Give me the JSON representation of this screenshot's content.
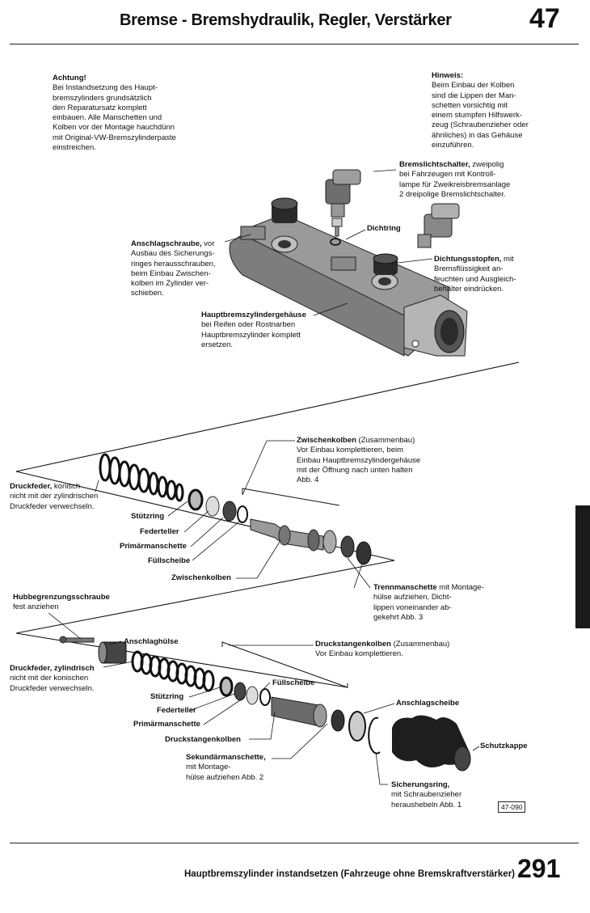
{
  "header": {
    "title": "Bremse - Bremshydraulik, Regler, Verstärker",
    "page_number": "47"
  },
  "notes": {
    "achtung_title": "Achtung!",
    "achtung_body": "Bei Instandsetzung des Haupt-\nbremszylinders grundsätzlich\nden Reparatursatz komplett\neinbauen. Alle Manschetten und\nKolben vor der Montage hauchdünn\nmit Original-VW-Bremszylinderpaste\neinstreichen.",
    "hinweis_title": "Hinweis:",
    "hinweis_body": "Beim Einbau der Kolben\nsind die Lippen der Man-\nschetten vorsichtig mit\neinem stumpfen Hilfswerk-\nzeug (Schraubenzieher oder\nähnliches) in das Gehäuse\neinzuführen."
  },
  "callouts": {
    "bremslichtschalter_title": "Bremslichtschalter,",
    "bremslichtschalter_body": " zweipolig\nbei Fahrzeugen mit Kontroll-\nlampe für Zweikreisbremsanlage\n2 dreipolige Bremslichtschalter.",
    "dichtring": "Dichtring",
    "anschlagschraube_title": "Anschlagschraube,",
    "anschlagschraube_body": " vor\nAusbau des Sicherungs-\nringes herausschrauben,\nbeim Einbau Zwischen-\nkolben im Zylinder ver-\nschieben.",
    "dichtungsstopfen_title": "Dichtungsstopfen,",
    "dichtungsstopfen_body": " mit\nBremsflüssigkeit an-\nfeuchten und Ausgleich-\nbehälter eindrücken.",
    "gehaeuse_title": "Hauptbremszylindergehäuse",
    "gehaeuse_body": "bei Reifen oder Rostnarben\nHauptbremszylinder komplett\nersetzen.",
    "zwischenkolben_title": "Zwischenkolben",
    "zwischenkolben_body": " (Zusammenbau)\nVor Einbau komplettieren, beim\nEinbau Hauptbremszylindergehäuse\nmit der Öffnung nach unten halten\n     Abb. 4",
    "druckfeder_konisch_title": "Druckfeder,",
    "druckfeder_konisch_body": " konisch\nnicht mit der zylindrischen\nDruckfeder verwechseln.",
    "stuetzring1": "Stützring",
    "federteller1": "Federteller",
    "primaermanschette1": "Primärmanschette",
    "fuellscheibe1": "Füllscheibe",
    "zwischenkolben_lbl": "Zwischenkolben",
    "trennmanschette_title": "Trennmanschette",
    "trennmanschette_body": " mit Montage-\nhülse aufziehen, Dicht-\nlippen voneinander ab-\ngekehrt   Abb. 3",
    "hubbegrenzung_title": "Hubbegrenzungsschraube",
    "hubbegrenzung_body": "fest anziehen",
    "anschlaghuelse": "Anschlaghülse",
    "druckstangenkolben_title": "Druckstangenkolben",
    "druckstangenkolben_body": " (Zusammenbau)\nVor Einbau komplettieren.",
    "druckfeder_zyl_title": "Druckfeder, zylindrisch",
    "druckfeder_zyl_body": "nicht mit der konischen\nDruckfeder verwechseln.",
    "fuellscheibe2": "Füllscheibe",
    "stuetzring2": "Stützring",
    "federteller2": "Federteller",
    "primaermanschette2": "Primärmanschette",
    "anschlagscheibe": "Anschlagscheibe",
    "druckstangenkolben_lbl": "Druckstangenkolben",
    "schutzkappe": "Schutzkappe",
    "sekundaer_title": "Sekundärmanschette,",
    "sekundaer_body": "mit Montage-\nhülse aufziehen   Abb. 2",
    "sicherungsring_title": "Sicherungsring,",
    "sicherungsring_body": "mit Schraubenzieher\nheraushebeln   Abb. 1"
  },
  "figure_id": "47-090",
  "footer": {
    "text": "Hauptbremszylinder instandsetzen (Fahrzeuge ohne Bremskraftverstärker)",
    "page_number": "291"
  }
}
